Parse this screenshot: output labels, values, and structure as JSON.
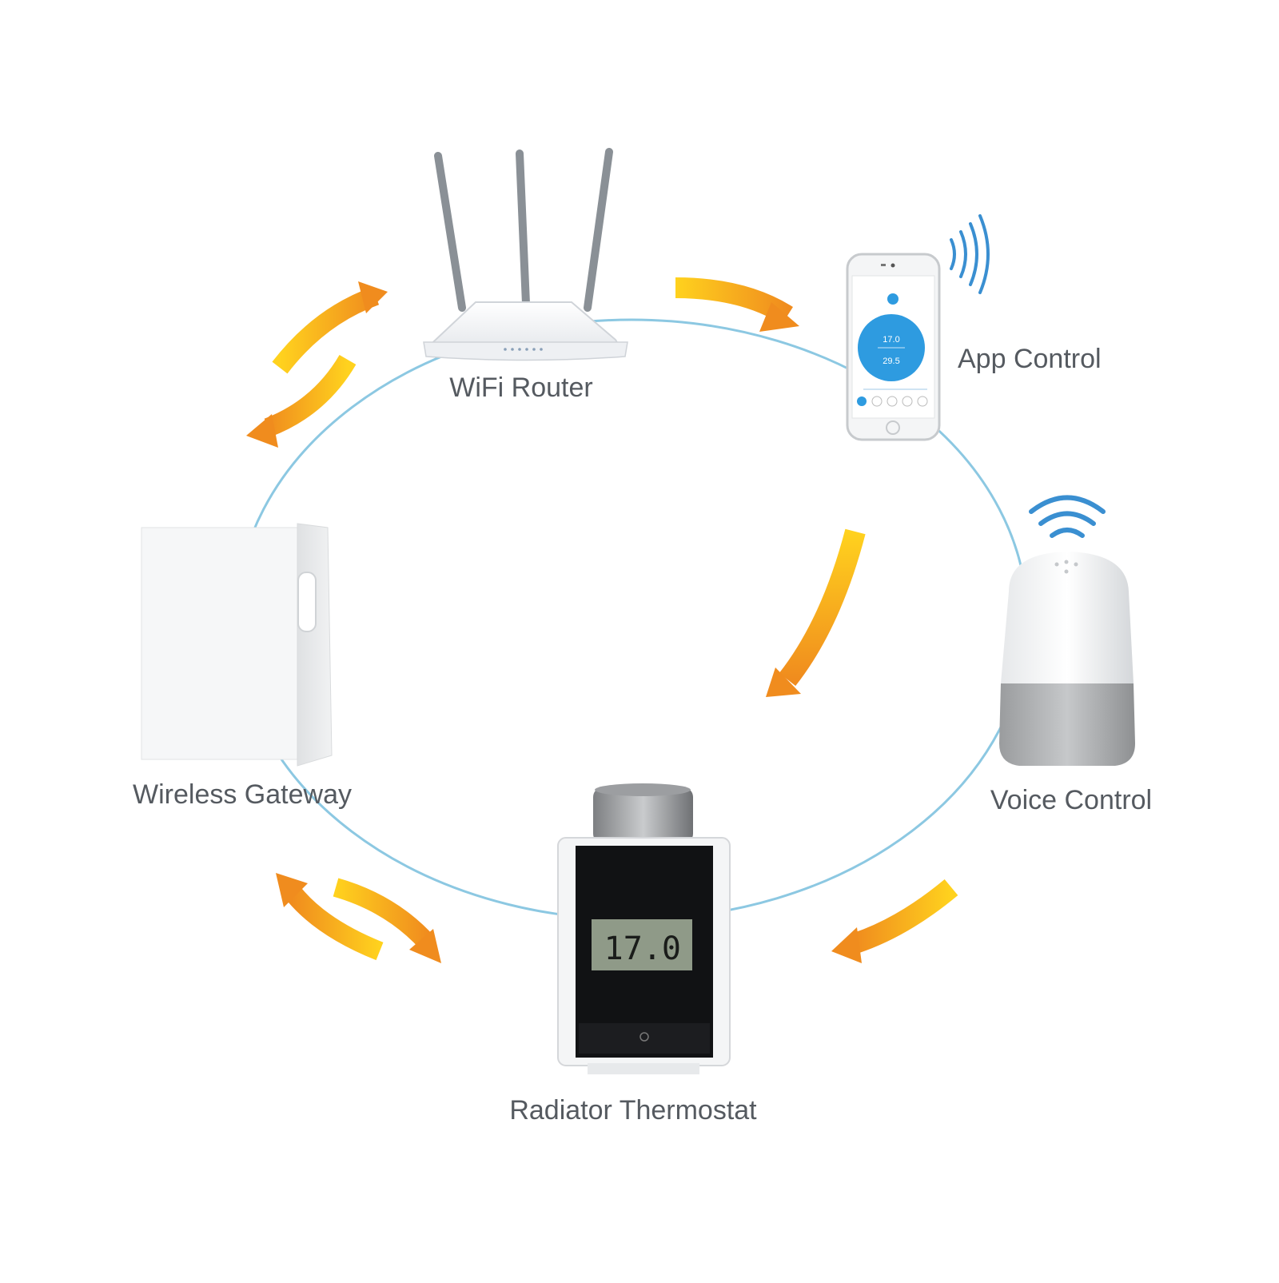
{
  "nodes": {
    "router": {
      "label": "WiFi Router"
    },
    "app": {
      "label": "App Control",
      "screen": {
        "set_temp": "17.0",
        "room_temp": "29.5"
      }
    },
    "voice": {
      "label": "Voice Control"
    },
    "thermostat": {
      "label": "Radiator Thermostat",
      "display_value": "17.0"
    },
    "gateway": {
      "label": "Wireless Gateway"
    }
  },
  "colors": {
    "ring": "#8cc8e2",
    "arrow_light": "#ffd21e",
    "arrow_dark": "#f08c1e",
    "label": "#555a60",
    "app_accent": "#2e9be0",
    "signal": "#3a8fd1"
  },
  "icons": [
    "router-icon",
    "smartphone-icon",
    "smart-speaker-icon",
    "radiator-thermostat-icon",
    "wireless-gateway-icon",
    "wifi-signal-icon"
  ]
}
